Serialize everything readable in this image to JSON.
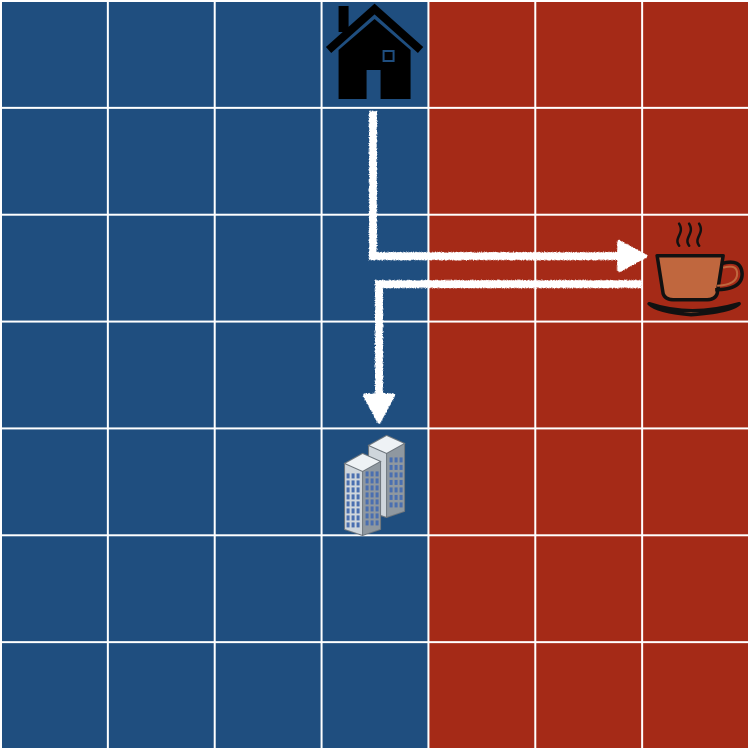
{
  "grid": {
    "rows": 7,
    "cols": 7,
    "divider_after_col": 4,
    "colors": {
      "left_region": "#1f4e7f",
      "right_region": "#a52a17",
      "grid_line": "#ffffff",
      "path": "#ffffff"
    }
  },
  "landmarks": [
    {
      "name": "house",
      "icon": "house-icon",
      "row": 1,
      "col": 4,
      "color": "#000000"
    },
    {
      "name": "coffee",
      "icon": "coffee-cup-icon",
      "row": 3,
      "col": 7,
      "color": "#c0673e"
    },
    {
      "name": "office",
      "icon": "office-building-icon",
      "row": 5,
      "col": 4,
      "color": "#cfd6dc"
    }
  ],
  "routes": [
    {
      "name": "house-to-coffee",
      "from": "house",
      "to": "coffee"
    },
    {
      "name": "coffee-to-office",
      "from": "coffee",
      "to": "office"
    }
  ]
}
